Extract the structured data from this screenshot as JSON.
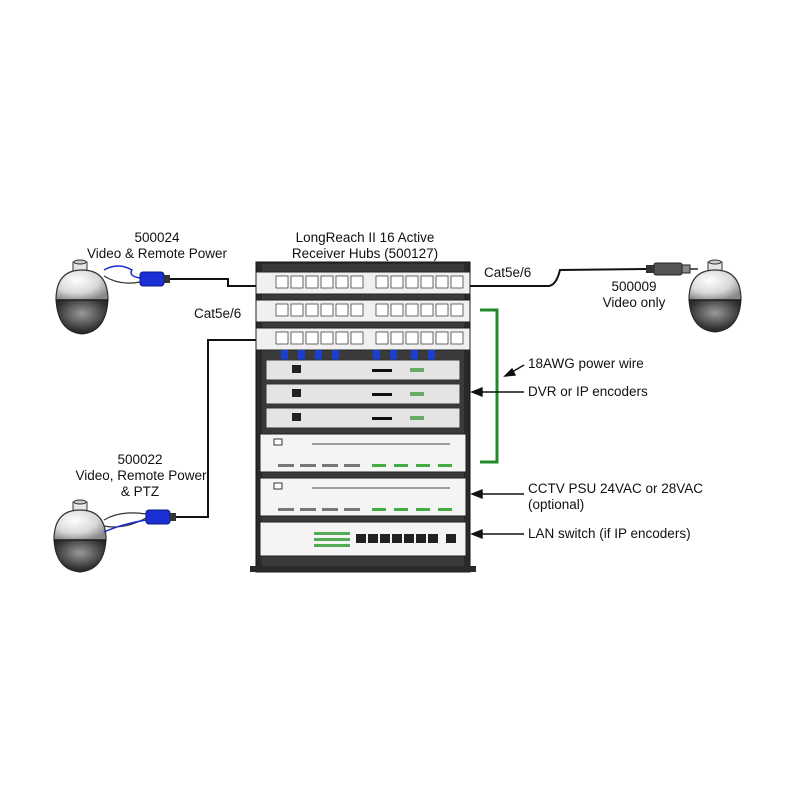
{
  "cameras": {
    "cam1": {
      "part": "500024",
      "desc": "Video & Remote Power"
    },
    "cam2": {
      "part": "500022",
      "desc1": "Video, Remote Power",
      "desc2": "& PTZ"
    },
    "cam3": {
      "part": "500009",
      "desc": "Video only"
    }
  },
  "hub": {
    "line1": "LongReach II 16 Active",
    "line2": "Receiver Hubs (500127)"
  },
  "cables": {
    "left": "Cat5e/6",
    "right": "Cat5e/6"
  },
  "callouts": {
    "power_wire": "18AWG power wire",
    "dvr": "DVR or IP encoders",
    "psu_line1": "CCTV PSU 24VAC or 28VAC",
    "psu_line2": "(optional)",
    "lan": "LAN switch (if IP encoders)"
  },
  "colors": {
    "power_wire": "#1f8a2a",
    "connector": "#1a3fd0",
    "rack": "#2a2a2a"
  }
}
